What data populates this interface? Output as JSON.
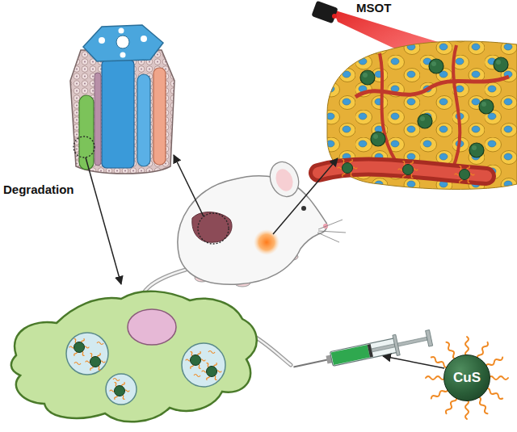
{
  "diagram": {
    "nodes": [
      {
        "text": [
          "CuS"
        ]
      }
    ],
    "labels": [
      "MSOT",
      "Degradation"
    ]
  }
}
